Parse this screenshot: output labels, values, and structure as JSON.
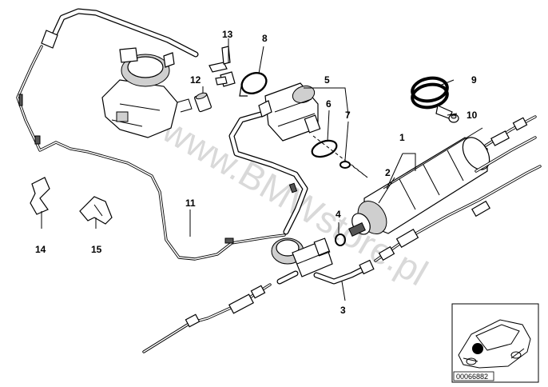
{
  "callouts": {
    "c1": "1",
    "c2": "2",
    "c3": "3",
    "c4": "4",
    "c5": "5",
    "c6": "6",
    "c7": "7",
    "c8": "8",
    "c9": "9",
    "c10": "10",
    "c11": "11",
    "c12": "12",
    "c13": "13",
    "c14": "14",
    "c15": "15"
  },
  "watermark": "www.BMWstore.pl",
  "thumbnail": {
    "reference_number": "00066882"
  }
}
